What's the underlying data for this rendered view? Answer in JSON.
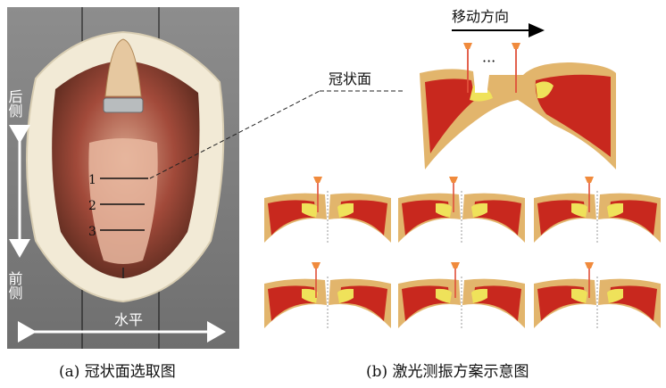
{
  "panel_a": {
    "label_back": "后侧",
    "label_front": "前侧",
    "label_horizontal": "水平",
    "line_labels": [
      "1",
      "2",
      "3"
    ],
    "caption": "(a)  冠状面选取图"
  },
  "panel_b": {
    "direction_label": "移动方向",
    "plane_label": "冠状面",
    "dots": "···",
    "caption": "(b)  激光测振方案示意图"
  },
  "colors": {
    "tissue_red": "#c8281e",
    "tissue_tan": "#e2b56c",
    "tissue_yellow": "#efe25a",
    "laser": "#e0503a",
    "laser_head": "#f08a3c"
  }
}
